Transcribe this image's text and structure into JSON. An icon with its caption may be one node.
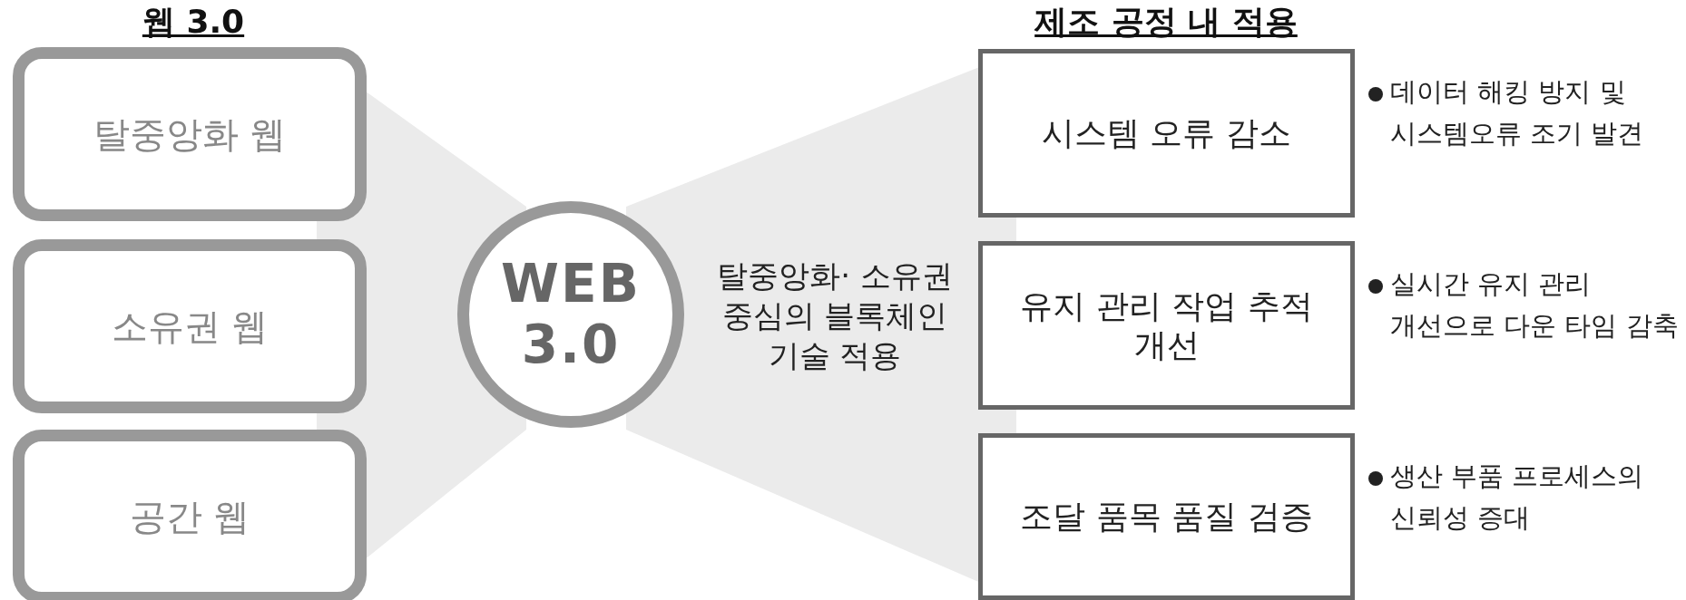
{
  "diagram": {
    "nodes": [
      {
        "text": [
          "탈중앙화 웹"
        ]
      },
      {
        "text": [
          "소유권 웹"
        ]
      },
      {
        "text": [
          "공간 웹"
        ]
      },
      {
        "text": [
          "WEB 3.0"
        ]
      },
      {
        "text": [
          "시스템 오류 감소"
        ],
        "beside": [
          "데이터 해킹 방지 및 시스템오류 조기 발견"
        ]
      },
      {
        "text": [
          "유지 관리 작업 추적 개선"
        ],
        "beside": [
          "실시간 유지 관리 개선으로 다운 타임 감축"
        ]
      },
      {
        "text": [
          "조달 품목 품질 검증"
        ],
        "beside": [
          "생산 부품 프로세스의 신뢰성 증대"
        ]
      }
    ],
    "edges": [],
    "labels": [
      "웹 3.0",
      "제조 공정 내 적용",
      "탈중앙화· 소유권 중심의 블록체인 기술 적용"
    ]
  }
}
